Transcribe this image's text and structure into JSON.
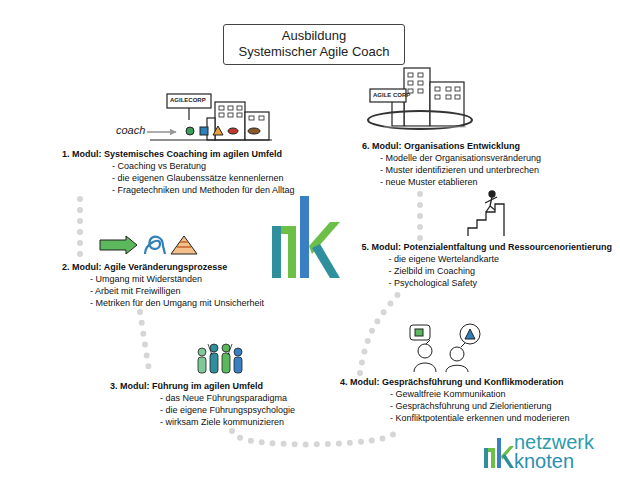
{
  "diagram": {
    "nodes": [
      {
        "text": [
          "Ausbildung",
          "Systemischer Agile Coach"
        ]
      },
      {
        "text": [
          "1. Modul: Systemisches Coaching im agilen Umfeld",
          "- Coaching vs Beratung",
          "- die eigenen Glaubenssätze kennenlernen",
          "- Fragetechniken und Methoden für den Alltag"
        ]
      },
      {
        "text": [
          "2. Modul: Agile Veränderungsprozesse",
          "- Umgang mit Widerständen",
          "- Arbeit mit Freiwilligen",
          "- Metriken für den Umgang mit Unsicherheit"
        ]
      },
      {
        "text": [
          "3. Modul: Führung im agilen Umfeld",
          "- das Neue Führungsparadigma",
          "- die eigene Führungspsychologie",
          "- wirksam Ziele kommunizieren"
        ]
      },
      {
        "text": [
          "4. Modul: Gesprächsführung und Konflikmoderation",
          "- Gewaltfreie Kommunikation",
          "- Gesprächsführung und Zielorientierung",
          "- Konfliktpotentiale erkennen und moderieren"
        ]
      },
      {
        "text": [
          "5. Modul: Potenzialentfaltung und Ressourcenorientierung",
          "- die eigene Wertelandkarte",
          "- Zielbild im Coaching",
          "- Psychological Safety"
        ]
      },
      {
        "text": [
          "6. Modul: Organisations Entwicklung",
          "- Modelle der Organisationsveränderung",
          "- Muster identifizieren und unterbrechen",
          "- neue Muster etablieren"
        ]
      }
    ],
    "edges": [
      {
        "from": 1,
        "to": 2,
        "arrow": "none"
      },
      {
        "from": 2,
        "to": 3,
        "arrow": "none"
      },
      {
        "from": 3,
        "to": 4,
        "arrow": "none"
      },
      {
        "from": 4,
        "to": 5,
        "arrow": "none"
      },
      {
        "from": 5,
        "to": 6,
        "arrow": "none"
      }
    ],
    "labels": [
      "AGILECORP",
      "coach",
      "AGILE CORP",
      "netzwerk",
      "knoten"
    ]
  }
}
